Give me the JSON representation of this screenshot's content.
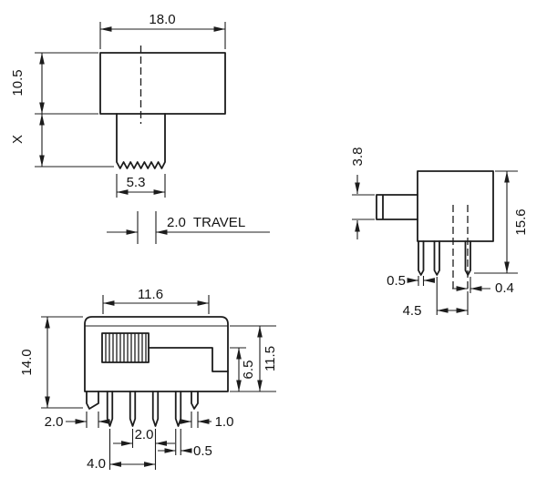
{
  "page": {
    "background": "#ffffff",
    "ink": "#1c1c1c",
    "kind": "slide-switch dimensional drawing"
  },
  "views": {
    "top": {
      "dim_width": "18.0",
      "dim_body_height": "10.5",
      "dim_knob_height": "X",
      "dim_knob_width": "5.3",
      "dim_travel": "2.0  TRAVEL"
    },
    "side": {
      "dim_knob_thickness": "3.8",
      "dim_overall_height": "15.6",
      "dim_pin_width": "0.5",
      "dim_pin_spacing": "4.5",
      "dim_pin_offset": "0.4"
    },
    "front": {
      "dim_body_width": "11.6",
      "dim_overall_height": "14.0",
      "dim_case_height": "11.5",
      "dim_pin_depth": "6.5",
      "dim_left_tab_width": "2.0",
      "dim_right_tab_width": "1.0",
      "dim_pin_pitch": "2.0",
      "dim_pin_width": "0.5",
      "dim_pin_span": "4.0"
    }
  }
}
